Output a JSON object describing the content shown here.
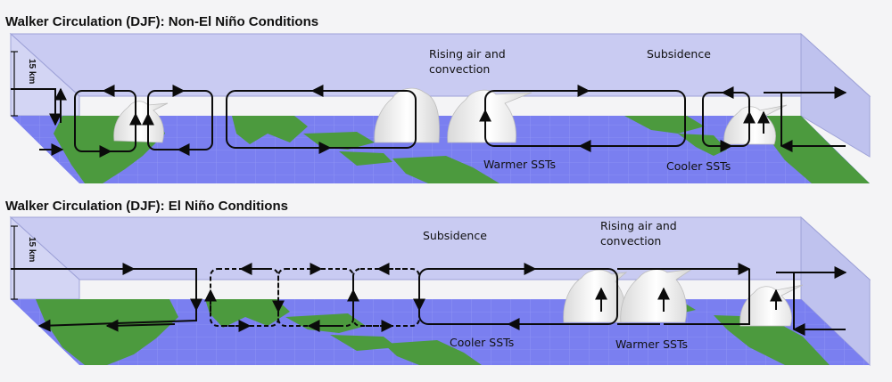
{
  "panels": [
    {
      "title": "Walker Circulation (DJF): Non-El Niño Conditions",
      "axis_label": "15 km",
      "labels": {
        "rising": [
          "Rising air and",
          "convection"
        ],
        "subsidence": "Subsidence",
        "warm": "Warmer SSTs",
        "cool": "Cooler SSTs"
      }
    },
    {
      "title": "Walker Circulation (DJF): El Niño Conditions",
      "axis_label": "15 km",
      "labels": {
        "rising": [
          "Rising air and",
          "convection"
        ],
        "subsidence": "Subsidence",
        "warm": "Warmer SSTs",
        "cool": "Cooler SSTs"
      }
    }
  ],
  "colors": {
    "ocean": "#7a7ff0",
    "land": "#4c9a3e",
    "wall": "#c9cbf2",
    "cloud": "#f3f3f3"
  }
}
